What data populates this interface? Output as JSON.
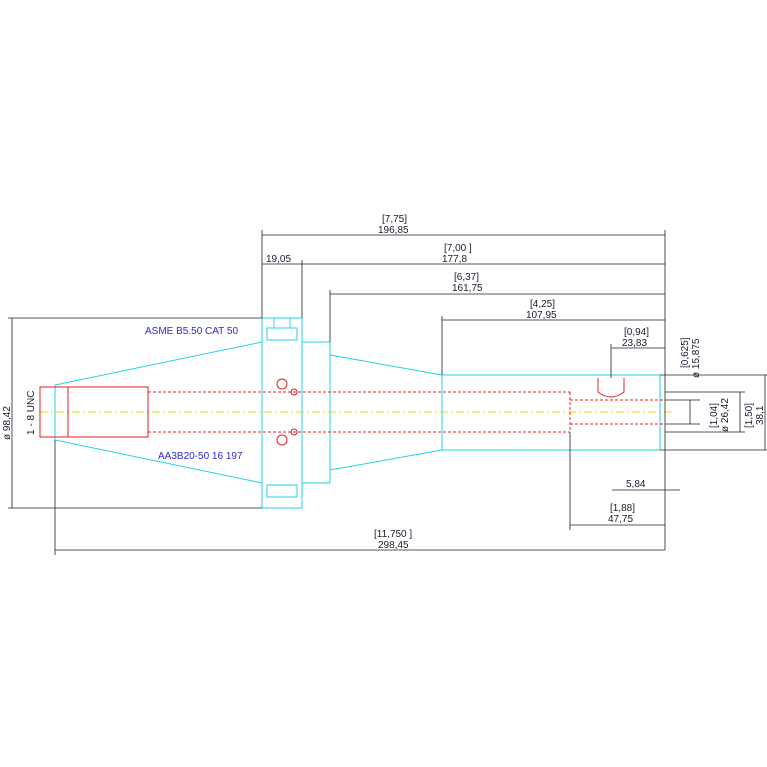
{
  "labels": {
    "spec": "ASME B5.50 CAT 50",
    "part": "AA3B20-50 16 197",
    "thread": "1 - 8 UNC",
    "flange_dia": "ø 98,42"
  },
  "dims": {
    "overall_in": "[11,750 ]",
    "overall_mm": "298,45",
    "gauge_in": "[7,75]",
    "gauge_mm": "196,85",
    "flange_w": "19,05",
    "proj_in": "[7,00 ]",
    "proj_mm": "177,8",
    "shank_in": "[6,37]",
    "shank_mm": "161,75",
    "body_in": "[4,25]",
    "body_mm": "107,95",
    "screw_in": "[0,94]",
    "screw_mm": "23,83",
    "bore_in": "[0,625]",
    "bore_mm": "ø 15,875",
    "dia_in": "[1,04]",
    "dia_mm": "ø 26,42",
    "od_in": "[1,50]",
    "od_mm": "38,1",
    "tip": "5,84",
    "flat_in": "[1,88]",
    "flat_mm": "47,75"
  }
}
